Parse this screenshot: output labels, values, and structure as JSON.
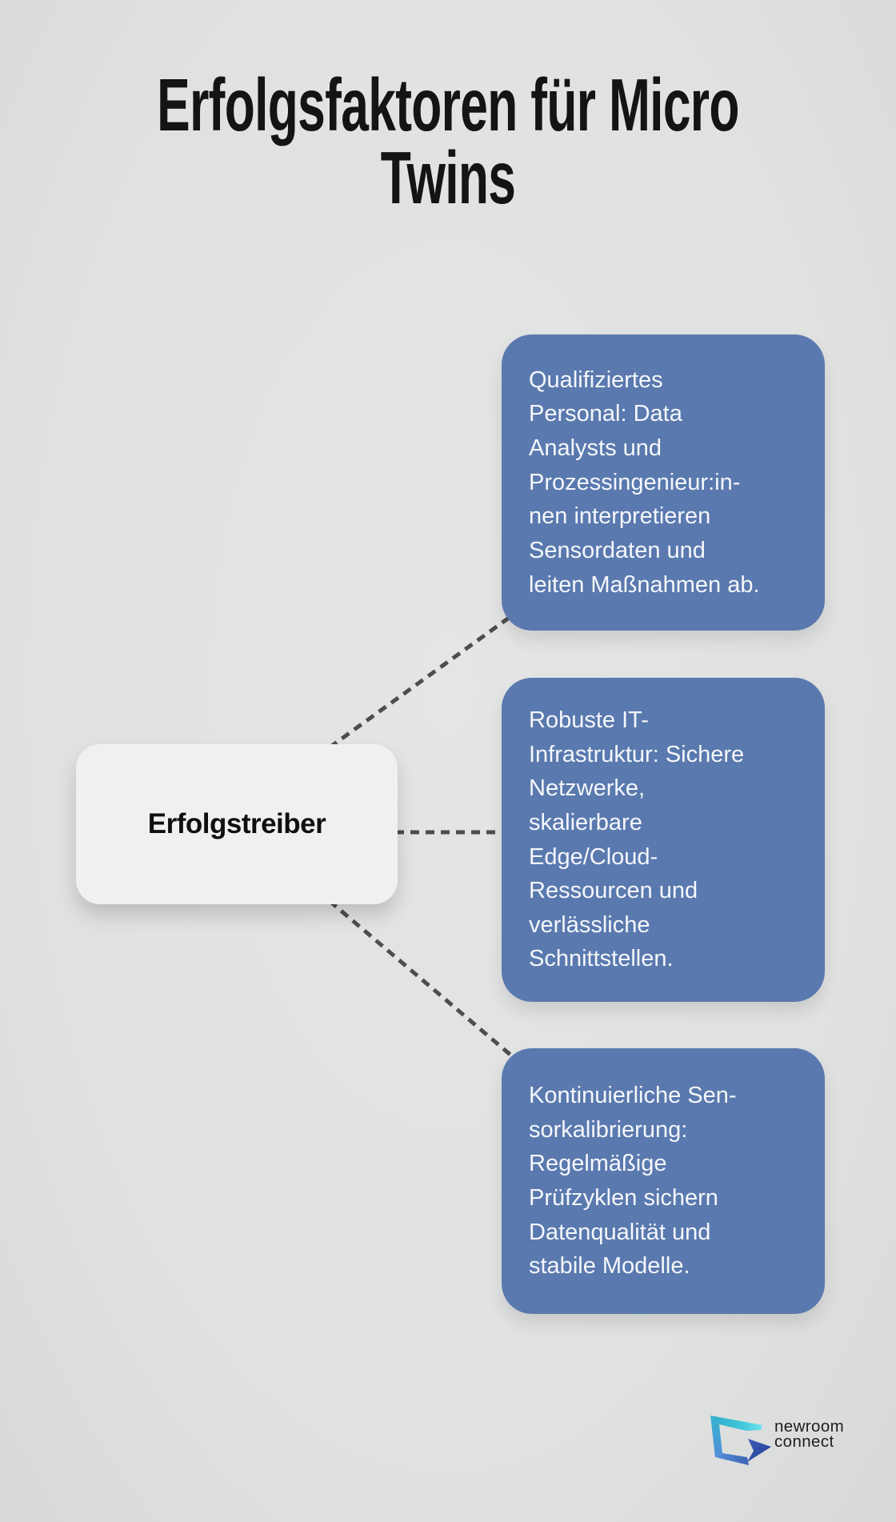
{
  "title": "Erfolgsfaktoren für Micro\nTwins",
  "center_node": {
    "label": "Erfolgstreiber"
  },
  "cards": [
    {
      "text": "Qualifiziertes\nPersonal: Data\nAnalysts und\nProzessingenieur:in-\nnen interpretieren\nSensordaten und\nleiten Maßnahmen ab."
    },
    {
      "text": "Robuste IT-\nInfrastruktur: Sichere\nNetzwerke,\nskalierbare\nEdge/Cloud-\nRessourcen und\nverlässliche\nSchnittstellen."
    },
    {
      "text": "Kontinuierliche Sen-\nsorkalibrierung:\nRegelmäßige\nPrüfzyklen sichern\nDatenqualität und\nstabile Modelle."
    }
  ],
  "logo": {
    "line1": "newroom",
    "line2": "connect"
  },
  "theme": {
    "canvas-bg": "#e0e1e1",
    "card-blue": "#5a79ae",
    "card-text": "#f4f7fb",
    "node-bg": "#eef0f2",
    "node-text": "#0f0f10",
    "dash-color": "#4d4d4d",
    "title-color": "#141414",
    "logo-text-color": "#1e1e1e"
  }
}
